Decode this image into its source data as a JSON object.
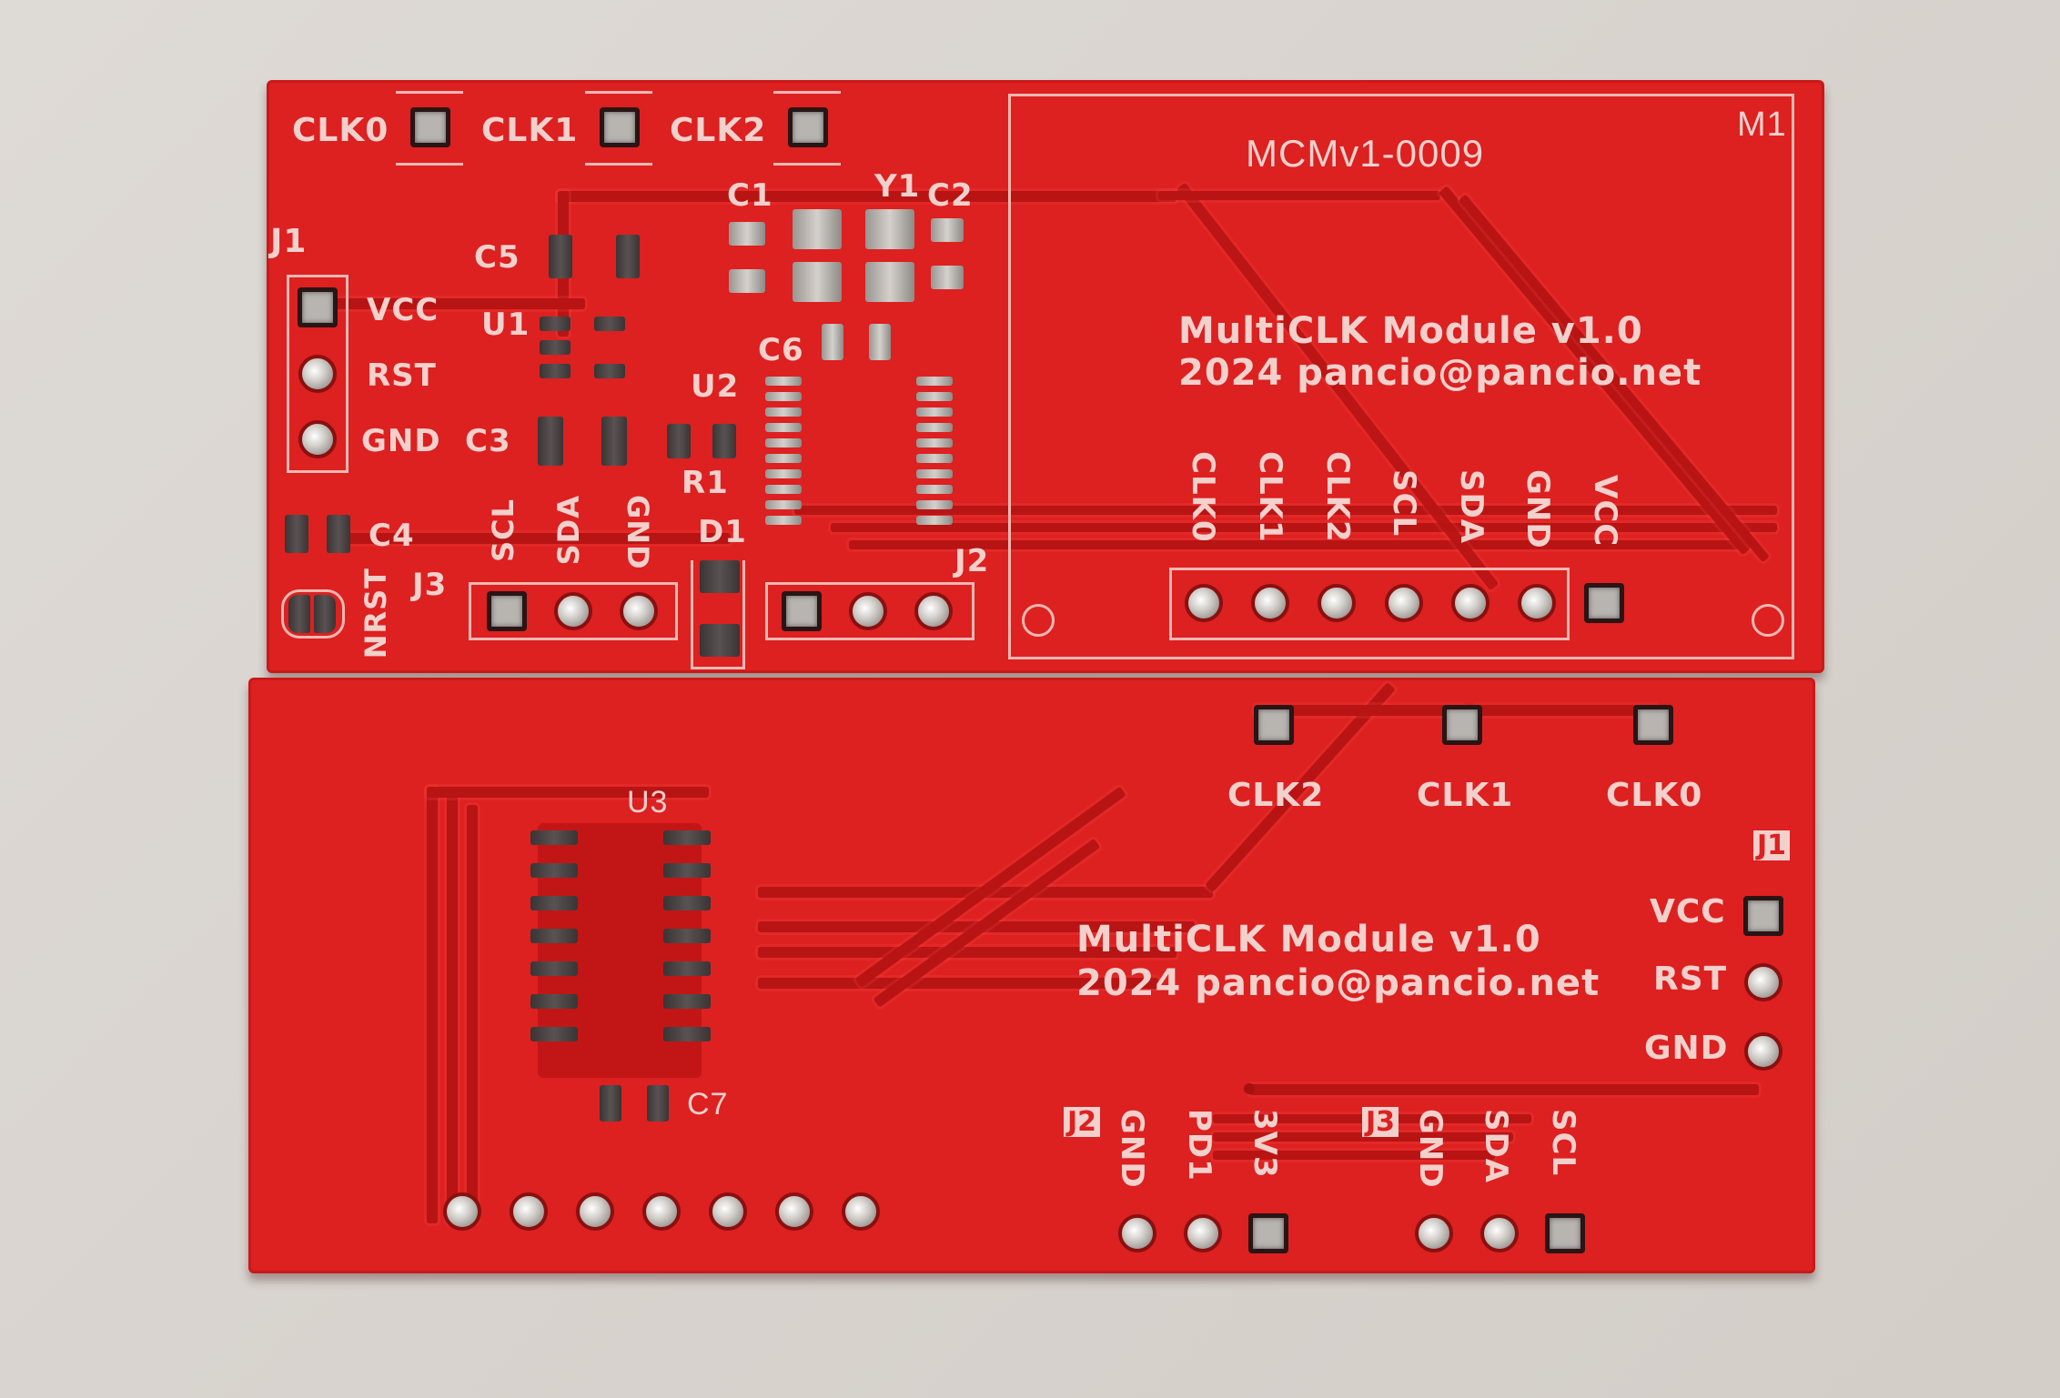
{
  "scene": {
    "description": "Photograph of two red PCBs (MultiCLK Module v1.0) on a light grey surface",
    "background_color": "#d9d4cf",
    "board_color": "#dd2020",
    "silkscreen_color": "#f2d0cc"
  },
  "top_board": {
    "clk_headers": [
      {
        "label": "CLK0"
      },
      {
        "label": "CLK1"
      },
      {
        "label": "CLK2"
      }
    ],
    "refs": {
      "j1": "J1",
      "c5": "C5",
      "u1": "U1",
      "c3": "C3",
      "c4": "C4",
      "c1": "C1",
      "y1": "Y1",
      "c2": "C2",
      "c6": "C6",
      "u2": "U2",
      "r1": "R1",
      "d1": "D1",
      "j3": "J3",
      "j2": "J2",
      "nrst": "NRST"
    },
    "j1_pins": [
      "VCC",
      "RST",
      "GND"
    ],
    "j3_pins": [
      "SCL",
      "SDA",
      "GND"
    ],
    "module": {
      "ref": "M1",
      "serial": "MCMv1-0009",
      "title_line1": "MultiCLK Module v1.0",
      "title_line2": "2024 pancio@pancio.net",
      "header_pins": [
        "CLK0",
        "CLK1",
        "CLK2",
        "SCL",
        "SDA",
        "GND",
        "VCC"
      ]
    }
  },
  "bottom_board": {
    "clk_pads": [
      {
        "label": "CLK2"
      },
      {
        "label": "CLK1"
      },
      {
        "label": "CLK0"
      }
    ],
    "title_line1": "MultiCLK Module v1.0",
    "title_line2": "2024 pancio@pancio.net",
    "refs": {
      "u3": "U3",
      "c7": "C7",
      "j1": "J1",
      "j2": "J2",
      "j3": "J3"
    },
    "j1_pins": [
      "VCC",
      "RST",
      "GND"
    ],
    "j2_pins": [
      "GND",
      "PD1",
      "3V3"
    ],
    "j3_pins": [
      "GND",
      "SDA",
      "SCL"
    ],
    "bottom_header_pin_count": 7
  }
}
